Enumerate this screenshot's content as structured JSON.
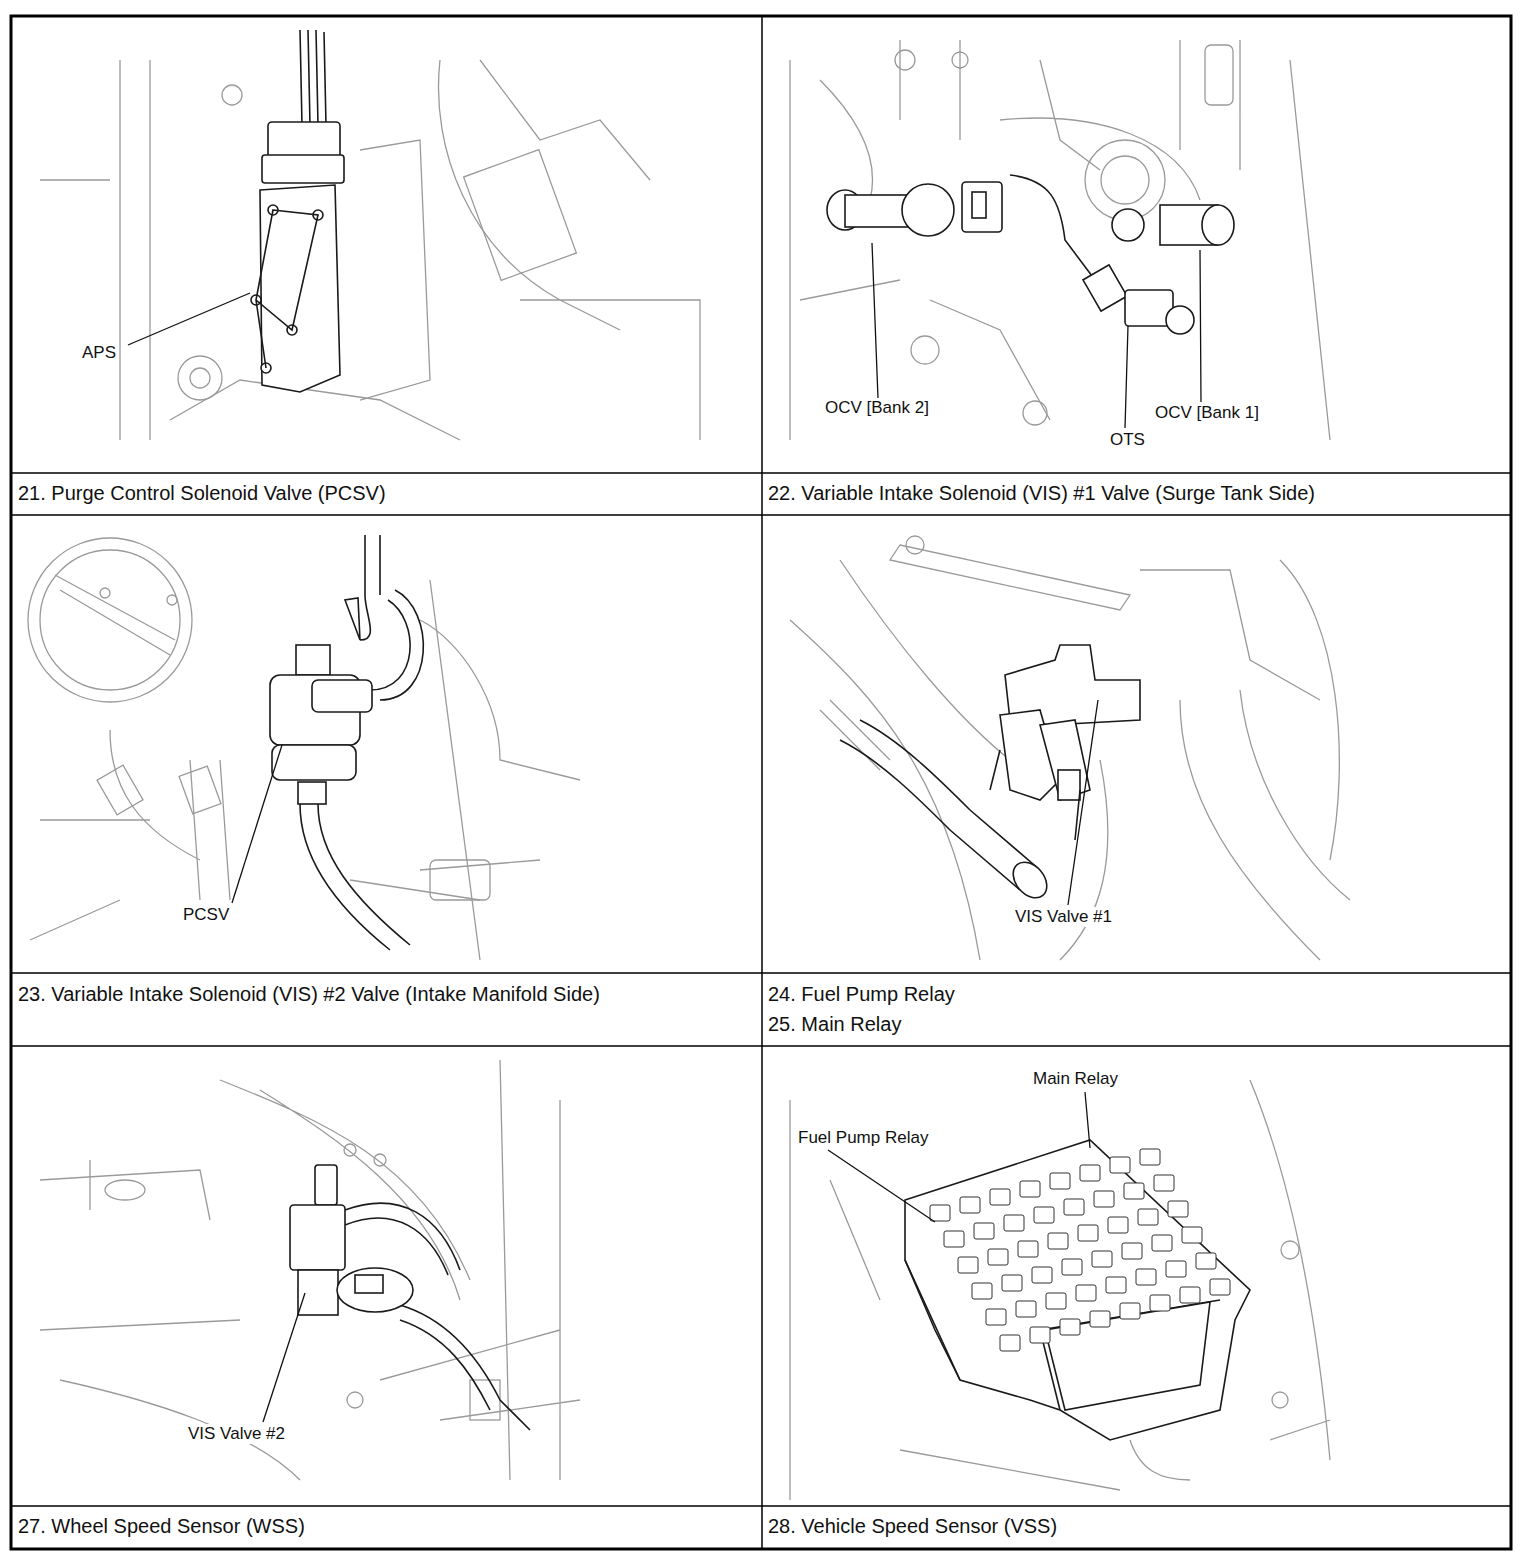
{
  "diagram": {
    "labels": [
      "APS",
      "OCV [Bank 2]",
      "OTS",
      "OCV [Bank 1]",
      "21. Purge Control Solenoid Valve (PCSV)",
      "22. Variable Intake Solenoid (VIS) #1 Valve (Surge Tank Side)",
      "PCSV",
      "VIS Valve #1",
      "23. Variable Intake Solenoid (VIS) #2 Valve (Intake Manifold Side)",
      "24. Fuel Pump Relay",
      "25. Main Relay",
      "VIS Valve #2",
      "Fuel Pump Relay",
      "Main Relay",
      "27. Wheel Speed Sensor (WSS)",
      "28. Vehicle Speed Sensor (VSS)"
    ]
  }
}
